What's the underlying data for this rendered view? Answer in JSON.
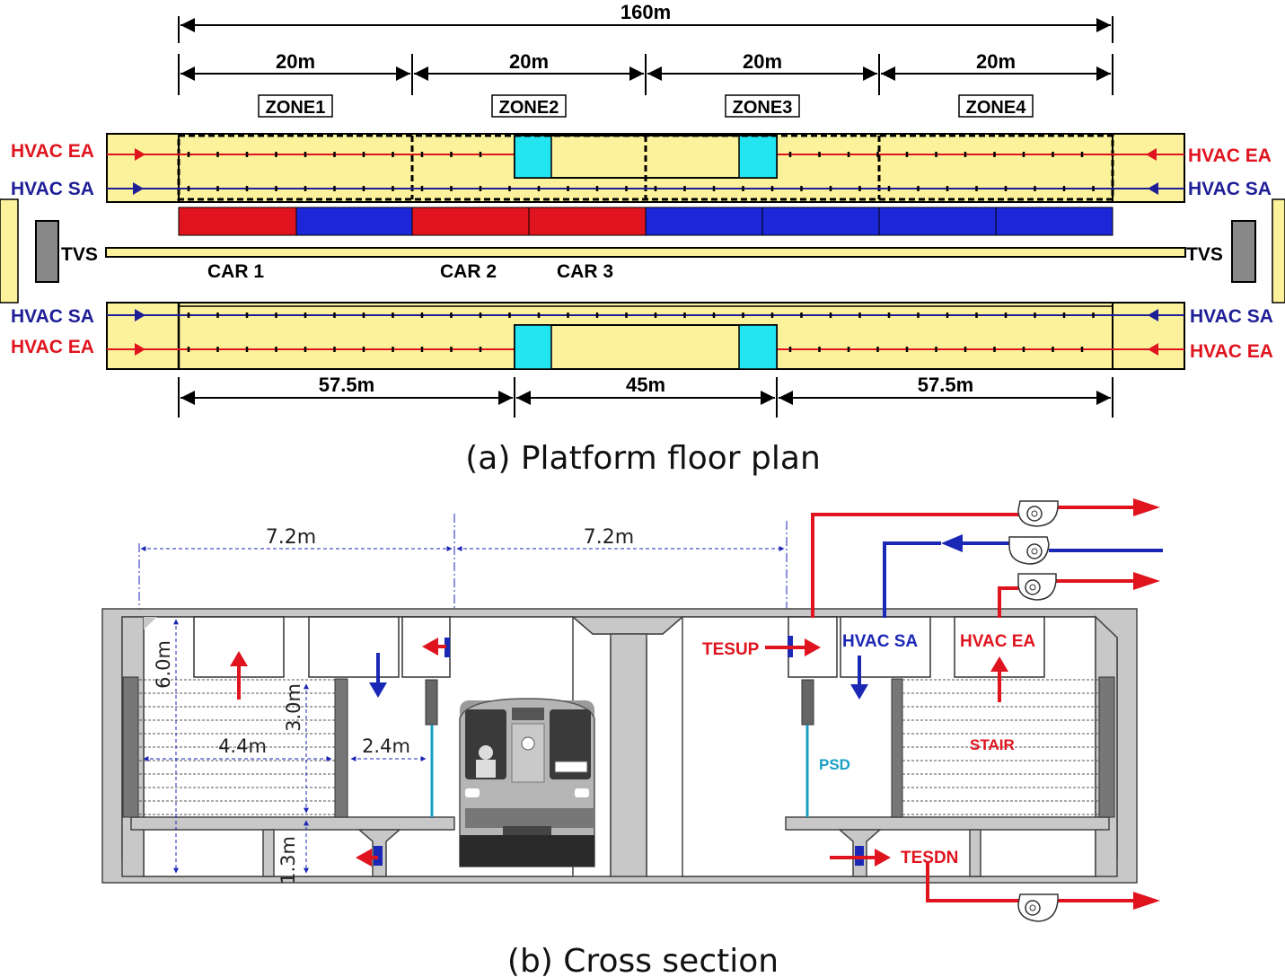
{
  "plan": {
    "total_dim": "160m",
    "zone_dims": [
      "20m",
      "20m",
      "20m",
      "20m"
    ],
    "zones": [
      "ZONE1",
      "ZONE2",
      "ZONE3",
      "ZONE4"
    ],
    "hvac_ea": "HVAC EA",
    "hvac_sa": "HVAC SA",
    "tvs": "TVS",
    "cars": [
      "CAR 1",
      "CAR 2",
      "CAR 3"
    ],
    "bottom_dims": [
      "57.5m",
      "45m",
      "57.5m"
    ],
    "caption": "(a) Platform floor plan"
  },
  "section": {
    "dims": [
      "7.2m",
      "7.2m"
    ],
    "height_total": "6.0m",
    "height_stair": "3.0m",
    "height_lower": "1.3m",
    "width_stair": "4.4m",
    "width_gap": "2.4m",
    "labels": {
      "tesup": "TESUP",
      "hvac_sa": "HVAC SA",
      "hvac_ea": "HVAC EA",
      "psd": "PSD",
      "stair": "STAIR",
      "tesdn": "TESDN"
    },
    "caption": "(b) Cross section"
  },
  "colors": {
    "red": "#e0141e",
    "blue": "#1b27b5",
    "yellow": "#fdf29c",
    "cyan": "#22e5f0",
    "concrete": "#c8c8c8"
  }
}
